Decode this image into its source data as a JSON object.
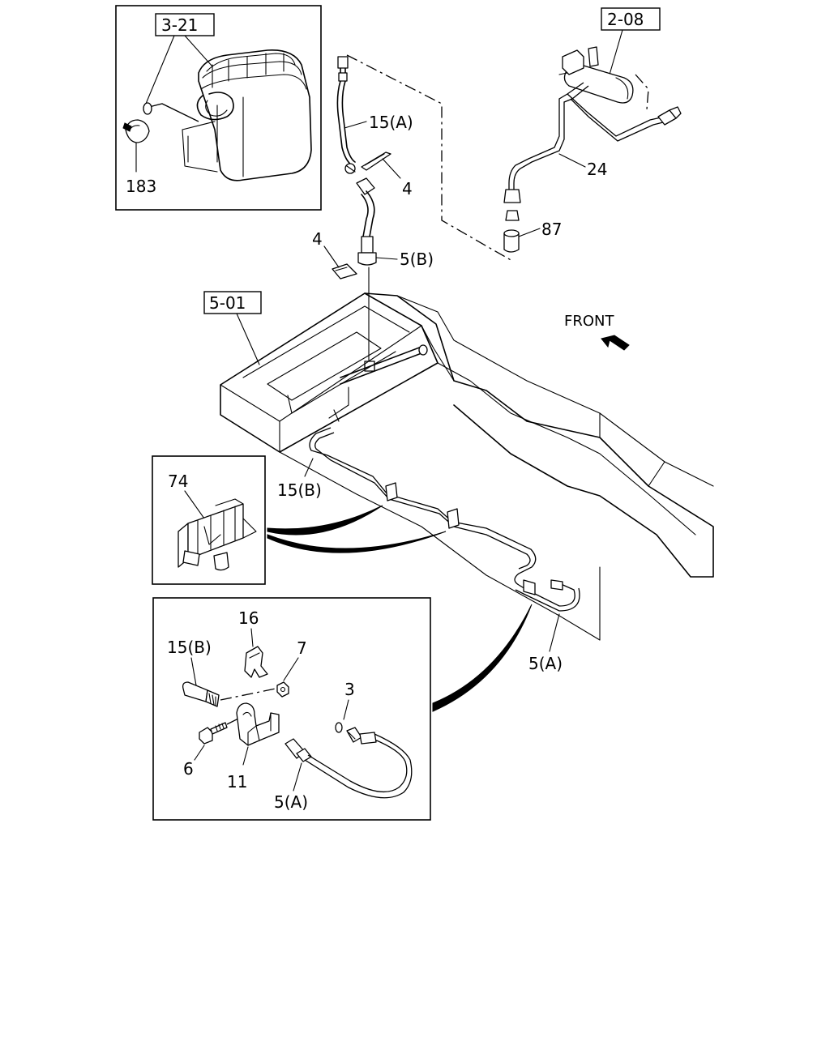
{
  "refs": {
    "ref_3_21": "3-21",
    "ref_2_08": "2-08",
    "ref_5_01": "5-01"
  },
  "direction": {
    "front": "FRONT"
  },
  "callouts": {
    "c183": "183",
    "c15a": "15(A)",
    "c4_top": "4",
    "c4_mid": "4",
    "c5b": "5(B)",
    "c24": "24",
    "c87": "87",
    "c15b_frame": "15(B)",
    "c74": "74",
    "c5a_frame": "5(A)",
    "c16": "16",
    "c15b_detail": "15(B)",
    "c7": "7",
    "c3": "3",
    "c6": "6",
    "c11": "11",
    "c5a_detail": "5(A)"
  }
}
